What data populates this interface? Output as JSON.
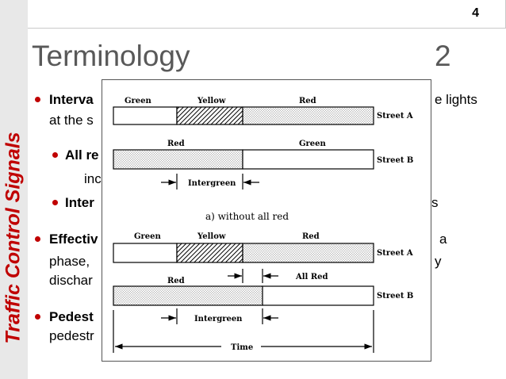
{
  "sidebar": {
    "title": "Traffic Control Signals"
  },
  "slide": {
    "page_number": "4",
    "title": "Terminology",
    "title_number": "2"
  },
  "body": {
    "l1a": "Interva",
    "l1b": "e lights",
    "l2": "at the s",
    "l3": "All re",
    "l4": "inc",
    "l5": "Inter",
    "l5b": "s",
    "l6": "Effectiv",
    "l6b": "a",
    "l7": "phase,",
    "l7b": "y",
    "l8": "dischar",
    "l9": "Pedest",
    "l10": "pedestr"
  },
  "figure": {
    "top": {
      "labels": {
        "green": "Green",
        "yellow": "Yellow",
        "red": "Red",
        "street_a": "Street A",
        "red_b": "Red",
        "green_b": "Green",
        "street_b": "Street B",
        "intergreen": "Intergreen"
      },
      "caption": "a) without all red"
    },
    "bottom": {
      "labels": {
        "green": "Green",
        "yellow": "Yellow",
        "red": "Red",
        "street_a": "Street A",
        "red_b": "Red",
        "all_red": "All Red",
        "street_b": "Street B",
        "intergreen": "Intergreen",
        "time": "Time"
      }
    }
  },
  "colors": {
    "accent": "#c00000",
    "title": "#595959",
    "sidebar": "#e8e8e8"
  }
}
